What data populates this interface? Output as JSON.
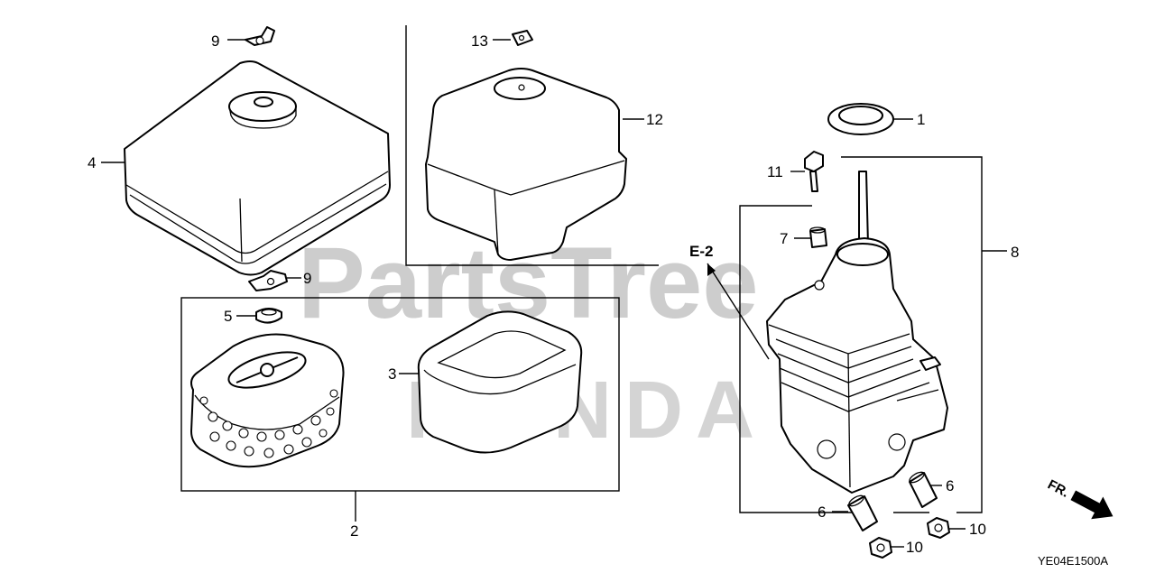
{
  "watermark": {
    "text": "PartsTree",
    "brand": "HONDA",
    "color": "#c9c9c9"
  },
  "callouts": {
    "c1": "1",
    "c2": "2",
    "c3": "3",
    "c4": "4",
    "c5": "5",
    "c6a": "6",
    "c6b": "6",
    "c7": "7",
    "c8": "8",
    "c9a": "9",
    "c9b": "9",
    "c10a": "10",
    "c10b": "10",
    "c11": "11",
    "c12": "12",
    "c13": "13"
  },
  "reference": {
    "e2": "E-2"
  },
  "direction": {
    "label": "FR."
  },
  "diagram_code": "YE04E1500A"
}
